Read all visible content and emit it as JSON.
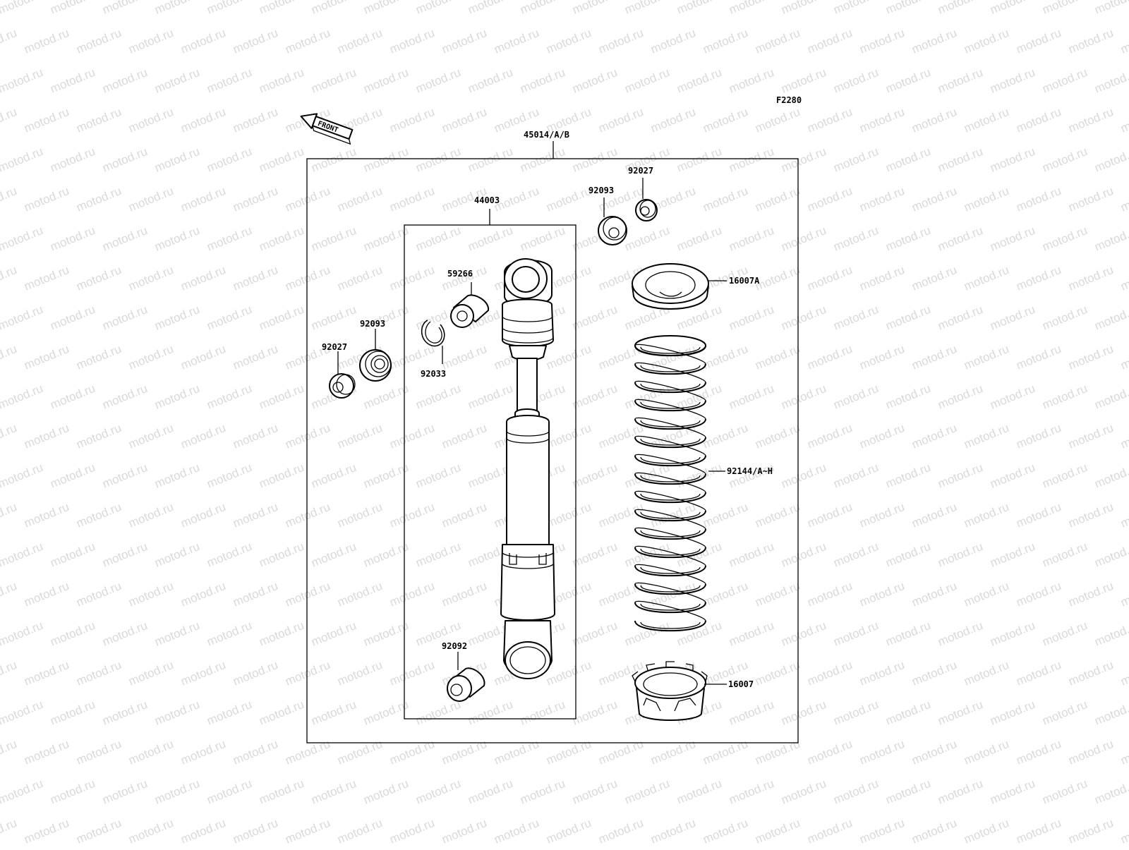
{
  "figure_code": "F2280",
  "watermark": "motod.ru",
  "front_arrow": {
    "text": "FRONT",
    "icon": "front-direction-arrow-icon"
  },
  "labels": {
    "assembly": "45014/A/B",
    "shock_unit": "44003",
    "collar_top": "59266",
    "circlip": "92033",
    "bearing_left": "92093",
    "washer_left": "92027",
    "bearing_right": "92093",
    "washer_right": "92027",
    "spring_seat_top": "16007A",
    "spring": "92144/A~H",
    "adjuster_nut": "16007",
    "collar_bottom": "92092"
  }
}
